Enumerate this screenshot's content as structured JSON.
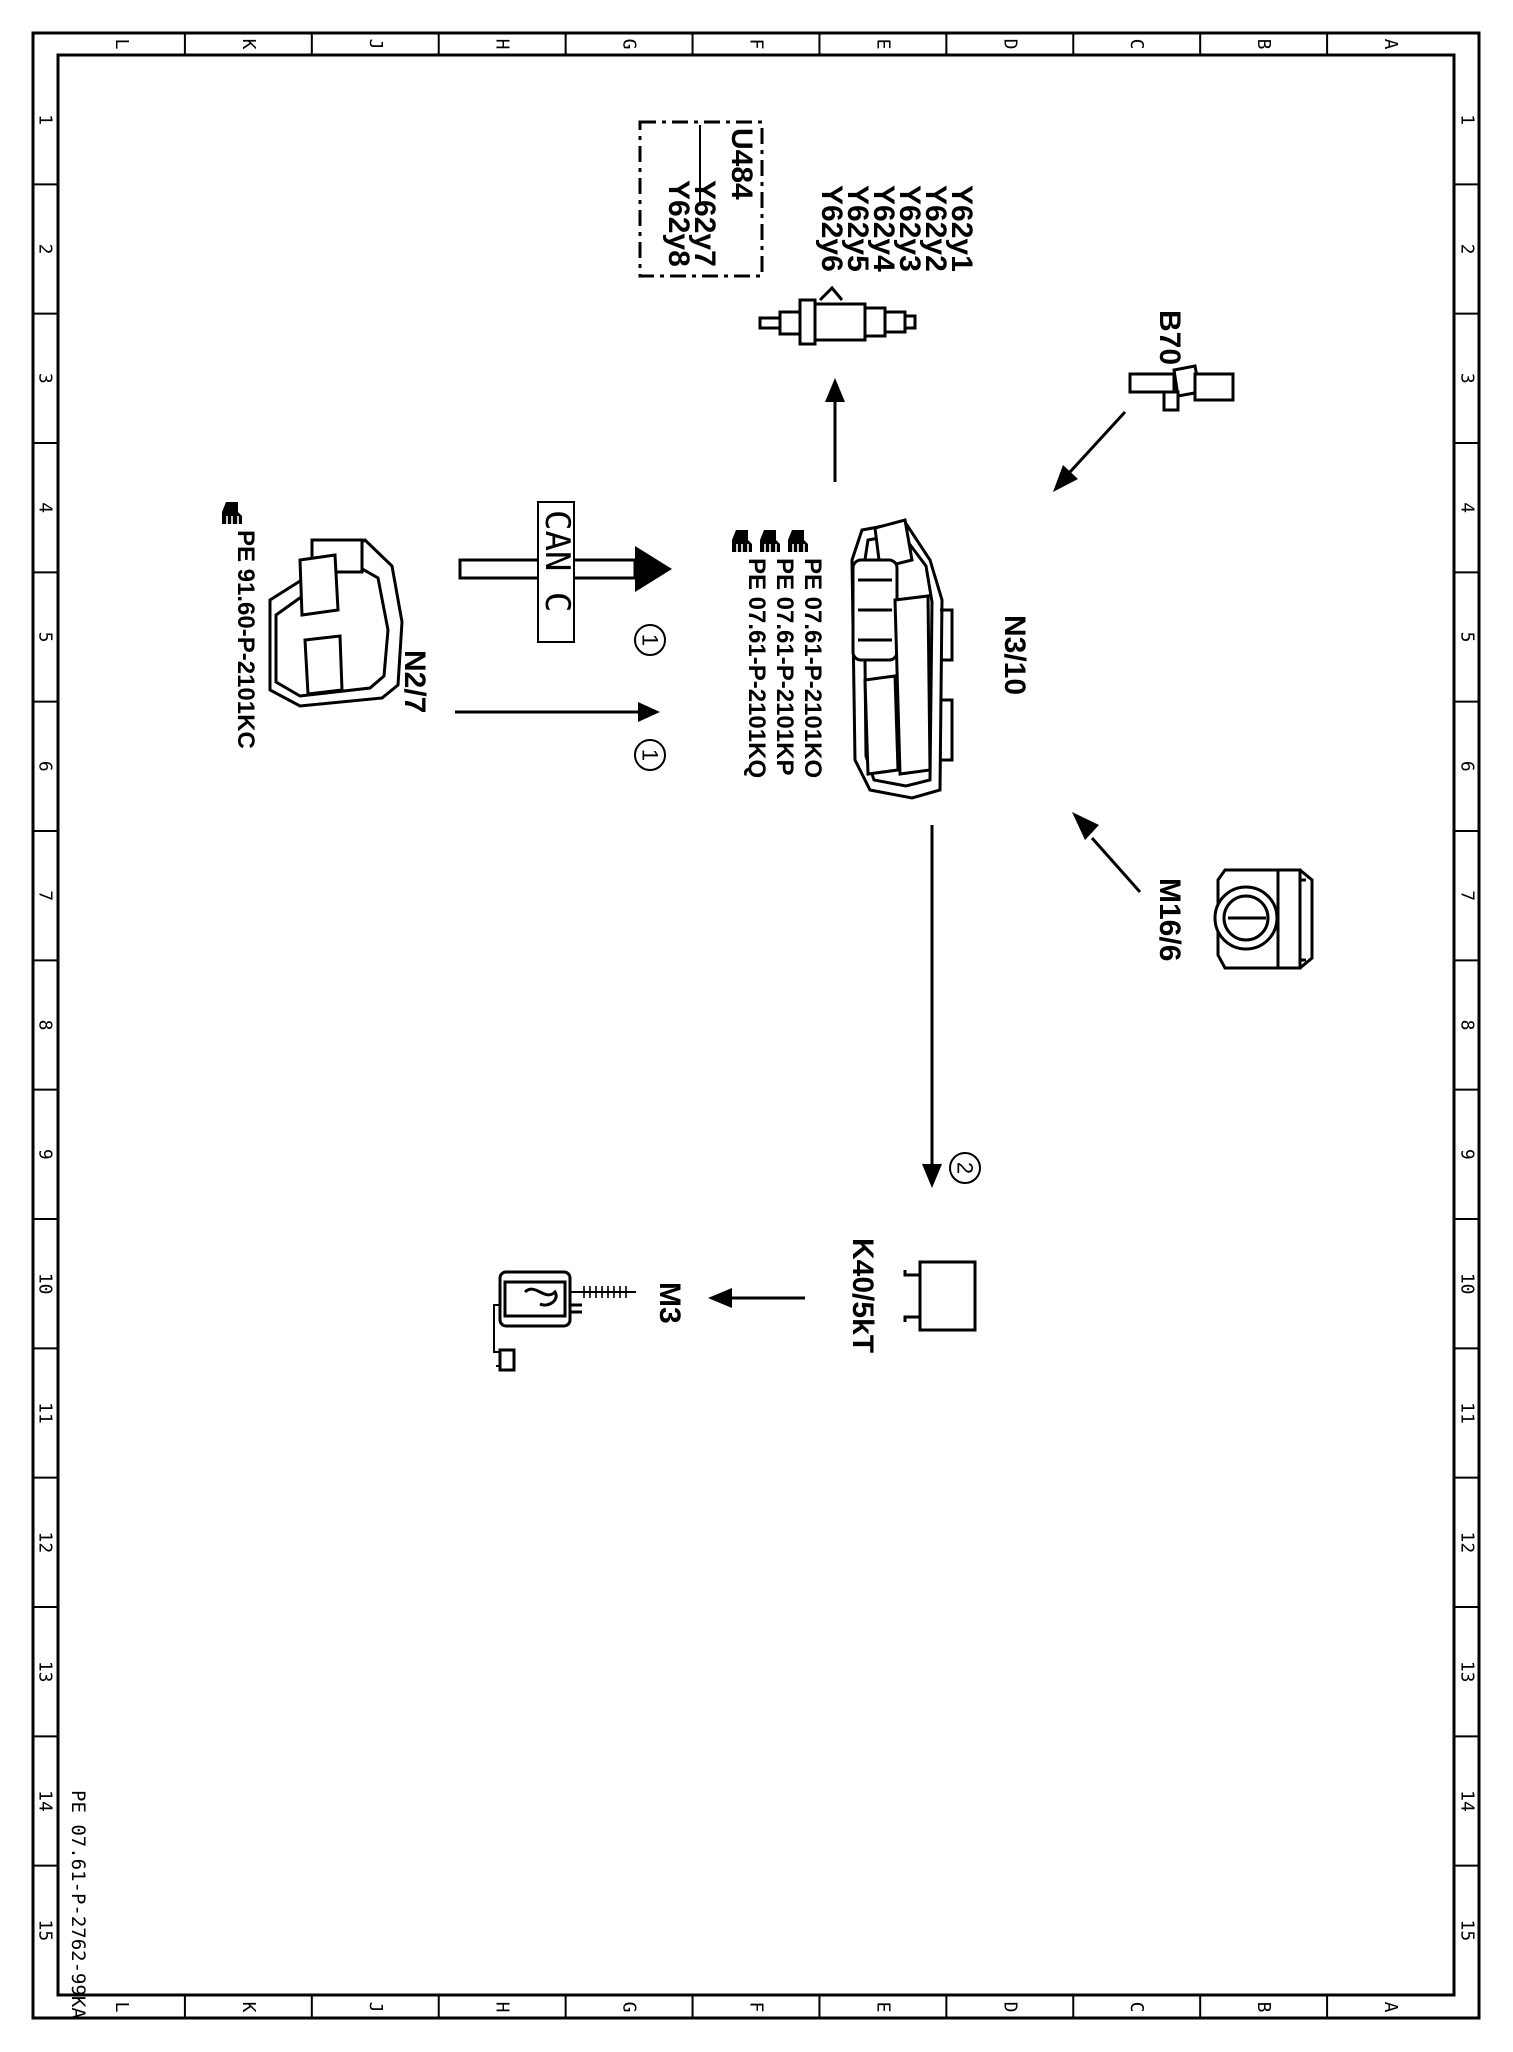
{
  "border": {
    "letters": [
      "L",
      "K",
      "J",
      "H",
      "G",
      "F",
      "E",
      "D",
      "C",
      "B",
      "A"
    ],
    "numbers": [
      "1",
      "2",
      "3",
      "4",
      "5",
      "6",
      "7",
      "8",
      "9",
      "10",
      "11",
      "12",
      "13",
      "14",
      "15"
    ]
  },
  "doc_id": "PE 07.61-P-2762-99KA",
  "components": {
    "n3_10": {
      "label": "N3/10",
      "refs": [
        "PE 07.61-P-2101KO",
        "PE 07.61-P-2101KP",
        "PE 07.61-P-2101KQ"
      ]
    },
    "n2_7": {
      "label": "N2/7",
      "refs": [
        "PE 91.60-P-2101KC"
      ]
    },
    "injectors": {
      "labels": [
        "Y62y1",
        "Y62y2",
        "Y62y3",
        "Y62y4",
        "Y62y5",
        "Y62y6"
      ],
      "box_title": "U484",
      "box_labels": [
        "Y62y7",
        "Y62y8"
      ]
    },
    "b70": {
      "label": "B70"
    },
    "m16_6": {
      "label": "M16/6"
    },
    "k40": {
      "label": "K40/5kT"
    },
    "m3": {
      "label": "M3"
    }
  },
  "signals": {
    "can": "CAN C",
    "marker_1": "1",
    "marker_2": "2"
  },
  "icons": {
    "reference": "hand-pointer-icon"
  }
}
